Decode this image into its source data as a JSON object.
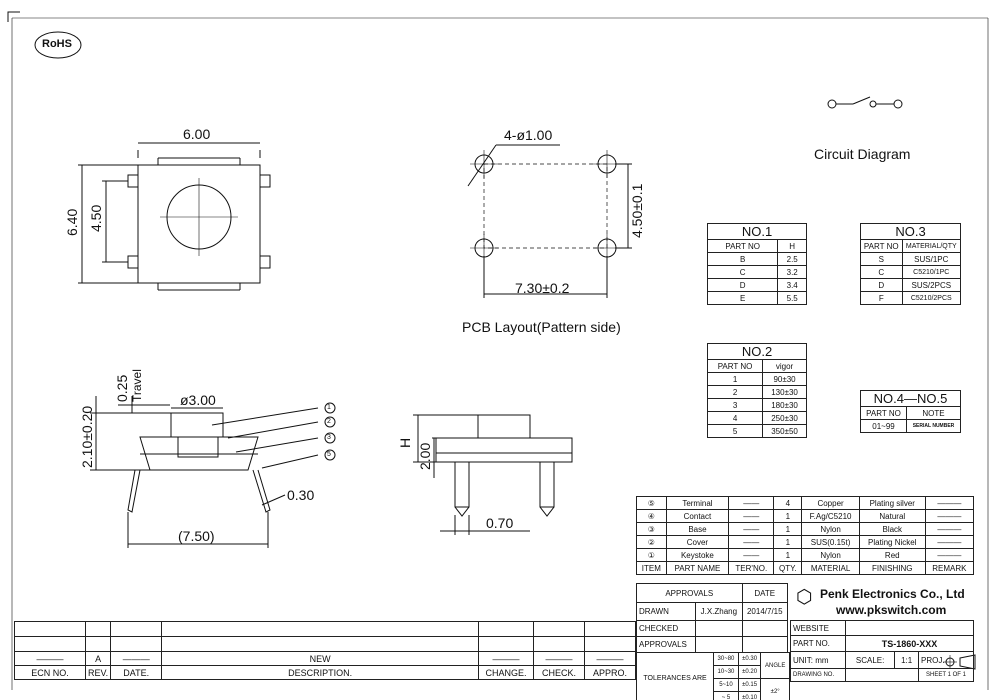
{
  "logo": {
    "text": "RoHS"
  },
  "circuit": {
    "label": "Circuit Diagram"
  },
  "top_view": {
    "dim_width": "6.00",
    "dim_height_outer": "6.40",
    "dim_height_inner": "4.50"
  },
  "pcb": {
    "dim_holes": "4-ø1.00",
    "dim_vertical": "4.50±0.1",
    "dim_horizontal": "7.30±0.2",
    "label": "PCB Layout(Pattern side)"
  },
  "side_view": {
    "travel_value": "0.25",
    "travel_label": "Travel",
    "height": "2.10±0.20",
    "diameter": "ø3.00",
    "lead": "0.30",
    "span": "(7.50)",
    "callouts": [
      "1",
      "2",
      "3",
      "5"
    ]
  },
  "end_view": {
    "h_label": "H",
    "height": "2.00",
    "lead": "0.70"
  },
  "table_no1": {
    "title": "NO.1",
    "headers": [
      "PART NO",
      "H"
    ],
    "rows": [
      [
        "B",
        "2.5"
      ],
      [
        "C",
        "3.2"
      ],
      [
        "D",
        "3.4"
      ],
      [
        "E",
        "5.5"
      ]
    ]
  },
  "table_no2": {
    "title": "NO.2",
    "headers": [
      "PART NO",
      "vigor"
    ],
    "rows": [
      [
        "1",
        "90±30"
      ],
      [
        "2",
        "130±30"
      ],
      [
        "3",
        "180±30"
      ],
      [
        "4",
        "250±30"
      ],
      [
        "5",
        "350±50"
      ]
    ]
  },
  "table_no3": {
    "title": "NO.3",
    "headers": [
      "PART NO",
      "MATERIAL/QTY"
    ],
    "rows": [
      [
        "S",
        "SUS/1PC"
      ],
      [
        "C",
        "C5210/1PC"
      ],
      [
        "D",
        "SUS/2PCS"
      ],
      [
        "F",
        "C5210/2PCS"
      ]
    ]
  },
  "table_no45": {
    "title": "NO.4—NO.5",
    "headers": [
      "PART NO",
      "NOTE"
    ],
    "rows": [
      [
        "01~99",
        "SERIAL NUMBER"
      ]
    ]
  },
  "bom": {
    "rows": [
      [
        "⑤",
        "Terminal",
        "——",
        "4",
        "Copper",
        "Plating silver",
        "———"
      ],
      [
        "④",
        "Contact",
        "——",
        "1",
        "F.Ag/C5210",
        "Natural",
        "———"
      ],
      [
        "③",
        "Base",
        "——",
        "1",
        "Nylon",
        "Black",
        "———"
      ],
      [
        "②",
        "Cover",
        "——",
        "1",
        "SUS(0.15t)",
        "Plating Nickel",
        "———"
      ],
      [
        "①",
        "Keystoke",
        "——",
        "1",
        "Nylon",
        "Red",
        "———"
      ]
    ],
    "headers": [
      "ITEM",
      "PART NAME",
      "TER'NO.",
      "QTY.",
      "MATERIAL",
      "FINISHING",
      "REMARK"
    ]
  },
  "title_block": {
    "approvals": "APPROVALS",
    "date_col": "DATE",
    "drawn_label": "DRAWN",
    "drawn_by": "J.X.Zhang",
    "drawn_date": "2014/7/15",
    "checked_label": "CHECKED",
    "approvals_label": "APPROVALS",
    "company": "Penk Electronics Co., Ltd",
    "website_url": "www.pkswitch.com",
    "website_label": "WEBSITE",
    "part_no_label": "PART NO.",
    "part_no": "TS-1860-XXX",
    "tol_label": "TOLERANCES ARE",
    "tol_rows": [
      [
        "30~80",
        "±0.30"
      ],
      [
        "10~30",
        "±0.20"
      ],
      [
        "5~10",
        "±0.15"
      ],
      [
        "~ 5",
        "±0.10"
      ]
    ],
    "angle_label": "ANGLE",
    "angle_value": "±2°",
    "unit": "UNIT: mm",
    "scale_label": "SCALE:",
    "scale": "1:1",
    "proj": "PROJ.",
    "drawing_no_label": "DRAWING NO.",
    "sheet": "SHEET  1  OF  1"
  },
  "revision": {
    "row": {
      "rev": "A",
      "desc": "NEW"
    },
    "headers": [
      "ECN NO.",
      "REV.",
      "DATE.",
      "DESCRIPTION.",
      "CHANGE.",
      "CHECK.",
      "APPRO."
    ]
  }
}
